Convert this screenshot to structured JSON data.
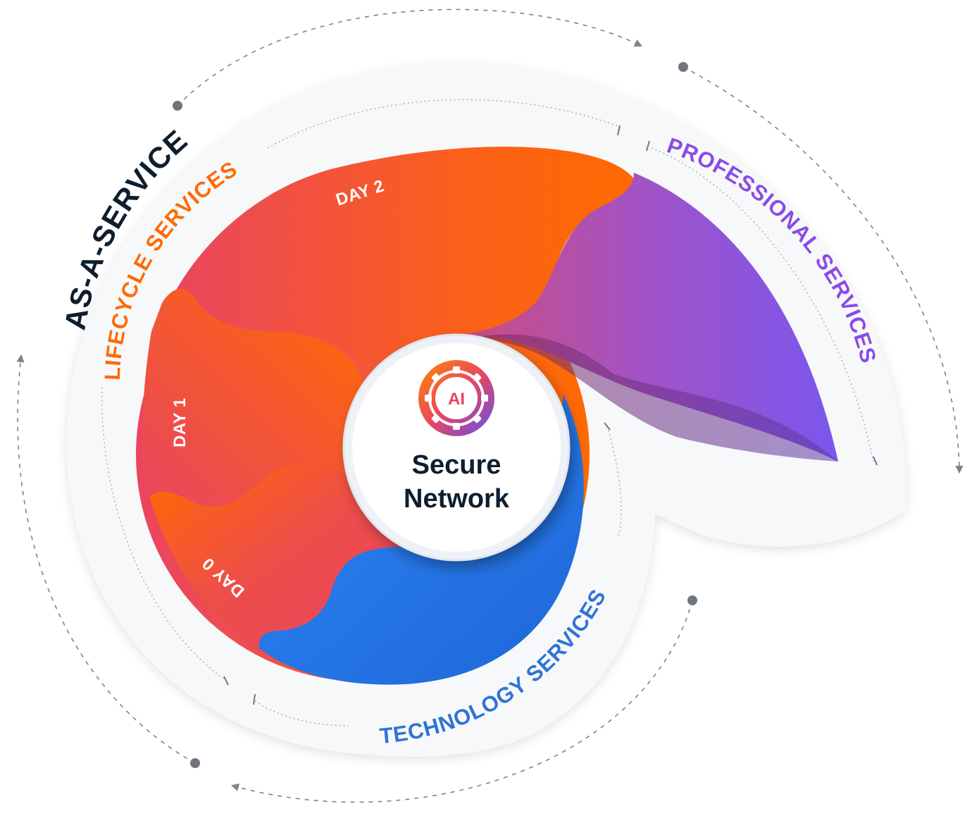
{
  "diagram": {
    "outer_label": "AS-A-SERVICE",
    "segments": [
      {
        "id": "lifecycle",
        "label": "LIFECYCLE SERVICES",
        "color": "#ff6a00"
      },
      {
        "id": "professional",
        "label": "PROFESSIONAL SERVICES",
        "color": "#8a4be6"
      },
      {
        "id": "technology",
        "label": "TECHNOLOGY SERVICES",
        "color": "#2f73d8"
      }
    ],
    "days": [
      "DAY 0",
      "DAY 1",
      "DAY 2"
    ],
    "hub": {
      "badge": "AI",
      "title_line1": "Secure",
      "title_line2": "Network"
    },
    "colors": {
      "text_dark": "#0f1e2e",
      "orange": "#ff6a00",
      "red": "#e94560",
      "purple": "#8a4be6",
      "blue": "#2577e8",
      "connector": "#7d838a"
    }
  }
}
